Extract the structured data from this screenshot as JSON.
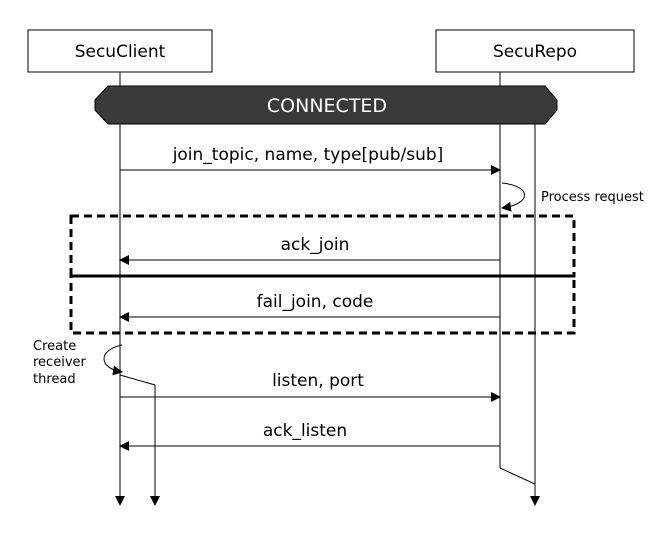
{
  "participants": {
    "client": "SecuClient",
    "repo": "SecuRepo"
  },
  "banner": "CONNECTED",
  "messages": {
    "join_topic": "join_topic, name, type[pub/sub]",
    "ack_join": "ack_join",
    "fail_join": "fail_join, code",
    "listen": "listen, port",
    "ack_listen": "ack_listen"
  },
  "notes": {
    "process_request": "Process request",
    "create_receiver": [
      "Create",
      "receiver",
      "thread"
    ]
  }
}
